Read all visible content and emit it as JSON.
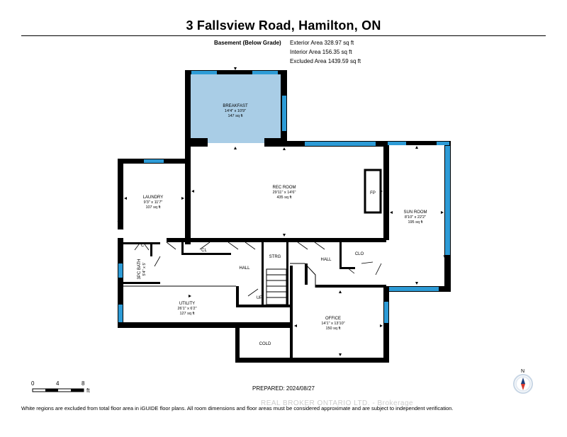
{
  "header": {
    "title": "3 Fallsview Road, Hamilton, ON"
  },
  "floor": {
    "name": "Basement (Below Grade)",
    "exterior_area": "Exterior Area 328.97 sq ft",
    "interior_area": "Interior Area 156.35 sq ft",
    "excluded_area": "Excluded Area 1439.59 sq ft"
  },
  "rooms": {
    "breakfast": {
      "name": "BREAKFAST",
      "dims": "14'4\" x 10'9\"",
      "area": "147 sq ft"
    },
    "rec_room": {
      "name": "REC ROOM",
      "dims": "29'11\" x 14'6\"",
      "area": "435 sq ft"
    },
    "laundry": {
      "name": "LAUNDRY",
      "dims": "9'3\" x 11'7\"",
      "area": "107 sq ft"
    },
    "sun_room": {
      "name": "SUN ROOM",
      "dims": "8'10\" x 22'2\"",
      "area": "195 sq ft"
    },
    "utility": {
      "name": "UTILITY",
      "dims": "26'1\" x 6'2\"",
      "area": "127 sq ft"
    },
    "office": {
      "name": "OFFICE",
      "dims": "14'1\" x 13'10\"",
      "area": "150 sq ft"
    },
    "bath": {
      "name": "3PC BATH",
      "dims": "5'4\" x 5'"
    },
    "small_labels": {
      "c": "C",
      "cl": "CL",
      "hall_left": "HALL",
      "strg": "STRG",
      "hall_right": "HALL",
      "clo": "CLO",
      "up": "UP",
      "cold": "COLD",
      "fp": "FP"
    }
  },
  "scale": {
    "ticks": [
      "0",
      "4",
      "8"
    ],
    "unit": "ft"
  },
  "footer": {
    "prepared": "PREPARED: 2024/08/27",
    "disclaimer": "White regions are excluded from total floor area in iGUIDE floor plans. All room dimensions and floor areas must be considered approximate and are subject to independent verification.",
    "watermark": "REAL BROKER ONTARIO LTD. - Brokerage"
  },
  "compass": {
    "label": "N"
  },
  "colors": {
    "wall": "#000000",
    "window": "#2d9bd6",
    "included_floor": "#a9cde6"
  }
}
